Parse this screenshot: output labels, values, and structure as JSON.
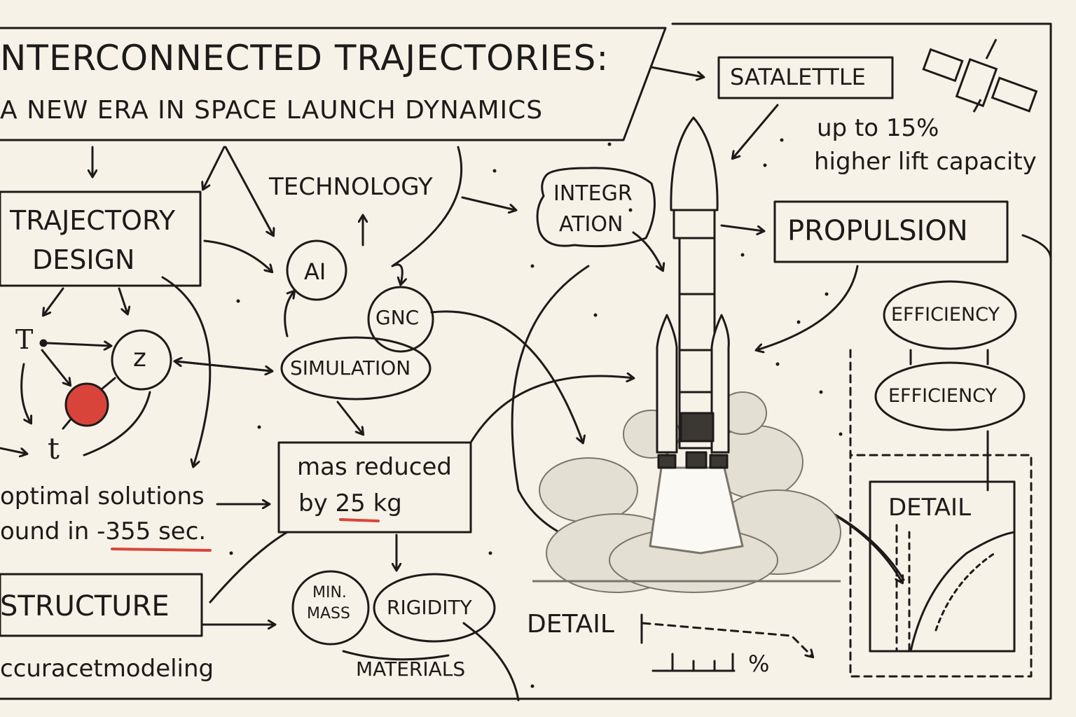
{
  "title": {
    "line1": "NTERCONNECTED TRAJECTORIES:",
    "line2": "A NEW ERA IN SPACE LAUNCH DYNAMICS"
  },
  "nodes": {
    "satellite": "SATALETTLE",
    "lift_note_1": "up to 15%",
    "lift_note_2": "higher lift capacity",
    "technology": "TECHNOLOGY",
    "integration_1": "INTEGR",
    "integration_2": "ATION",
    "propulsion": "PROPULSION",
    "trajectory_1": "TRAJECTORY",
    "trajectory_2": "DESIGN",
    "ai": "AI",
    "gnc": "GNC",
    "simulation": "SIMULATION",
    "efficiency_top": "EFFICIENCY",
    "efficiency_bottom": "EFFICIENCY",
    "symbol_T": "T",
    "symbol_z": "z",
    "symbol_t": "t",
    "optimal_1": "optimal solutions",
    "optimal_2": "ound in ",
    "optimal_time": "-355 sec.",
    "mass_1": "mas reduced",
    "mass_2": "by ",
    "mass_value": "25 kg",
    "detail_right": "DETAIL",
    "structure": "STRUCTURE",
    "min_mass_1": "MIN.",
    "min_mass_2": "MASS",
    "rigidity": "RIGIDITY",
    "materials": "MATERIALS",
    "detail_bottom": "DETAIL",
    "percent": "%",
    "modeling": "ccuracetmodeling"
  },
  "colors": {
    "ink": "#1d1b19",
    "paper": "#f6f2e7",
    "accent_red": "#d9443a"
  }
}
